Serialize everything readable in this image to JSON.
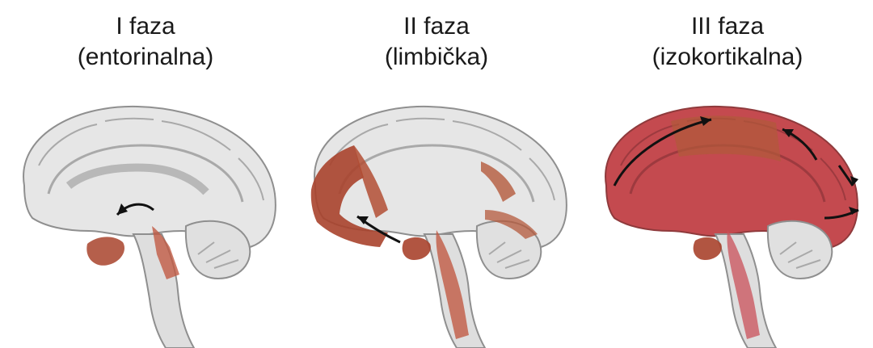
{
  "stages": [
    {
      "title": "I faza",
      "subtitle": "(entorinalna)",
      "highlight_color": "#a8432c"
    },
    {
      "title": "II faza",
      "subtitle": "(limbička)",
      "highlight_color": "#a8432c"
    },
    {
      "title": "III faza",
      "subtitle": "(izokortikalna)",
      "highlight_color": "#c44a4f"
    }
  ],
  "colors": {
    "brain_fill": "#e6e6e6",
    "brain_outline": "#8f8f8f",
    "gyri_stroke": "#a9a9a9",
    "arrow": "#111111"
  }
}
